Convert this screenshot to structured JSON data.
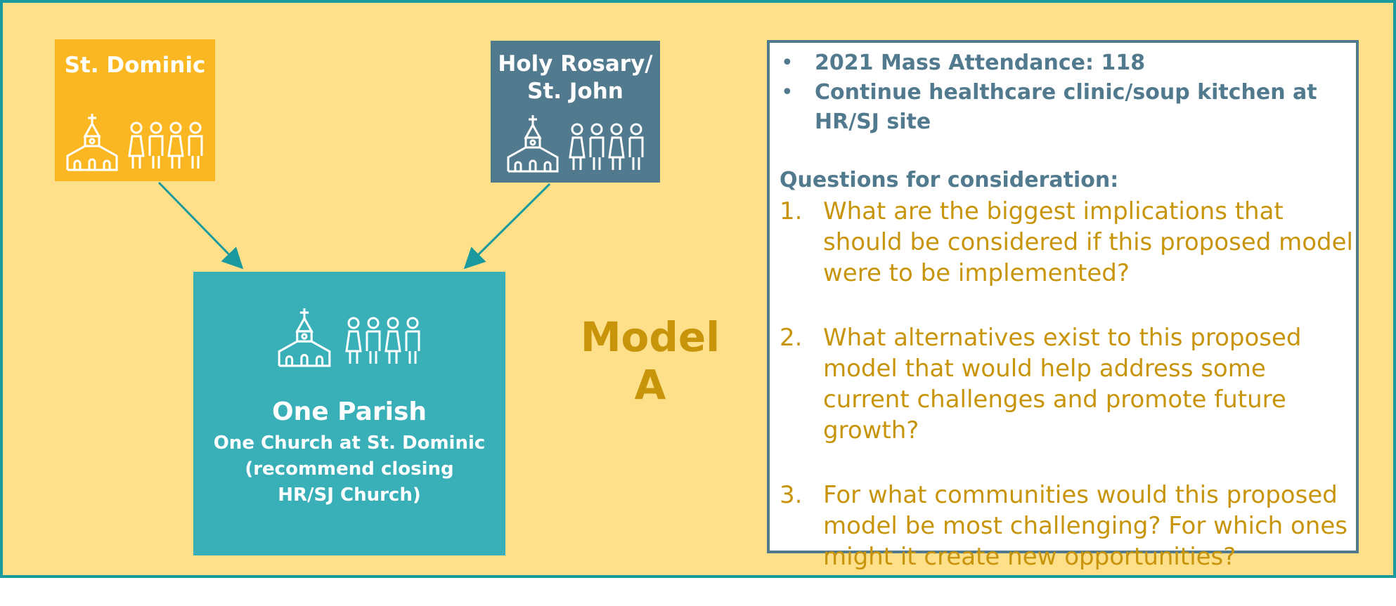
{
  "diagram": {
    "source_parishes": [
      {
        "name": "St. Dominic",
        "color": "#FBB722"
      },
      {
        "name": "Holy Rosary/\nSt. John",
        "color": "#527A8E"
      }
    ],
    "merged": {
      "title": "One Parish",
      "subtitle": "One Church at St. Dominic\n(recommend closing\nHR/SJ Church)",
      "color": "#39AFB8"
    },
    "model_label": "Model A",
    "icons": [
      "church-icon",
      "people-icon"
    ]
  },
  "panel": {
    "bullets": [
      "2021 Mass Attendance: 118",
      "Continue healthcare clinic/soup kitchen at HR/SJ site"
    ],
    "questions_heading": "Questions for consideration:",
    "questions": [
      {
        "num": "1.",
        "text": "What are the biggest implications that should be considered if this proposed model were to be implemented?"
      },
      {
        "num": "2.",
        "text": "What alternatives exist to this proposed model that would help address some current challenges and promote future growth?"
      },
      {
        "num": "3.",
        "text": "For what communities would this proposed model be most challenging? For which ones might it create new opportunities?"
      }
    ]
  },
  "colors": {
    "background": "#FEE08A",
    "border": "#1A9A9E",
    "accent_gold": "#C7940A",
    "slate": "#527A8E"
  }
}
